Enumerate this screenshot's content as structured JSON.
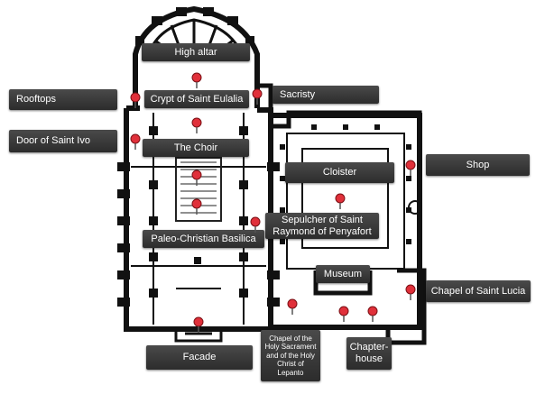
{
  "labels": {
    "high_altar": "High altar",
    "rooftops": "Rooftops",
    "crypt": "Crypt of Saint Eulalia",
    "sacristy": "Sacristy",
    "door_saint_ivo": "Door of Saint Ivo",
    "choir": "The Choir",
    "cloister": "Cloister",
    "shop": "Shop",
    "sepulcher": "Sepulcher of Saint Raymond of Penyafort",
    "paleo_basilica": "Paleo-Christian Basilica",
    "museum": "Museum",
    "chapel_lucia": "Chapel of Saint Lucia",
    "chapel_sacrament": "Chapel of the Holy Sacrament and of the Holy Christ of Lepanto",
    "chapter_house": "Chapter- house",
    "facade": "Facade"
  },
  "colors": {
    "label_bg": "#333333",
    "label_text": "#ffffff",
    "pin": "#e0303a",
    "walls": "#111111"
  },
  "icons": {
    "pin": "map-pin-icon"
  }
}
